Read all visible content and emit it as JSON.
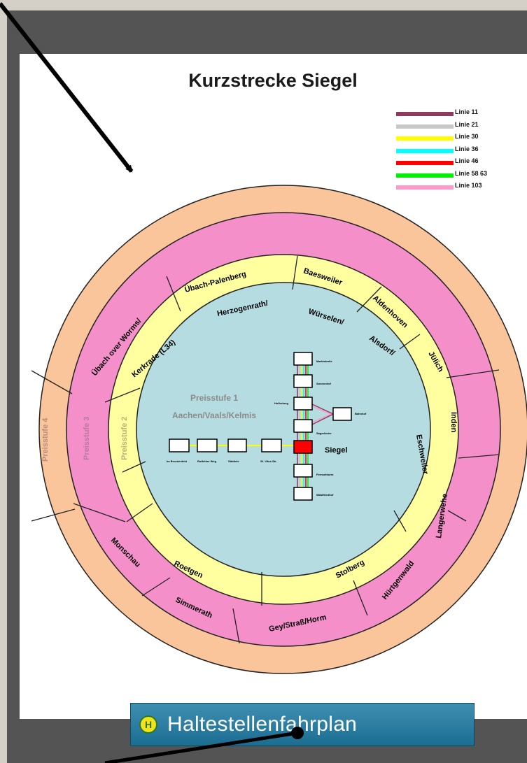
{
  "document": {
    "title": "Kurzstrecke Siegel"
  },
  "legend": [
    {
      "label": "Linie 11",
      "color": "#8e3a5e"
    },
    {
      "label": "Linie 21",
      "color": "#c8c8c8"
    },
    {
      "label": "Linie 30",
      "color": "#ffff00"
    },
    {
      "label": "Linie 36",
      "color": "#00ffff"
    },
    {
      "label": "Linie 46",
      "color": "#ff0000"
    },
    {
      "label": "Linie 58 63",
      "color": "#00ee00"
    },
    {
      "label": "Linie 103",
      "color": "#ff99cc"
    }
  ],
  "rings": {
    "outer_color": "#fac59a",
    "pink_color": "#f48fca",
    "yellow_color": "#ffffa0",
    "inner_color": "#b5dce0",
    "pink_zones": [
      "Übach-Palenberg",
      "Baesweiler",
      "Aldenhoven",
      "Jülich",
      "Inden",
      "Langerwehe",
      "Hürtgenwald",
      "Gey/Straß/Horm",
      "Simmerath",
      "Monschau",
      "Übach over Worms/"
    ],
    "yellow_zones": [
      "Herzogenrath/",
      "Würselen/",
      "Alsdorf/",
      "Eschweiler",
      "Stolberg",
      "Roetgen",
      "Kerkrade (L34)"
    ],
    "price_levels": [
      "Preisstufe 4",
      "Preisstufe 3",
      "Preisstufe 2"
    ],
    "center": {
      "price_level": "Preisstufe 1",
      "area": "Aachen/Vaals/Kelmis"
    }
  },
  "network": {
    "main_stop": "Siegel",
    "north_stops": [
      "Marktstraße",
      "Sonnenhof",
      "Hollerberg",
      "Sagerbiche"
    ],
    "east_stop": "Bahnhof",
    "south_stops": [
      "Fernsehturm",
      "Waldfriedhof"
    ],
    "west_stops": [
      "Im Brockenfeld",
      "Rotfelder Weg",
      "Städtele",
      "St. Vitus Str."
    ]
  },
  "button": {
    "label": "Haltestellenfahrplan",
    "icon": "H"
  }
}
